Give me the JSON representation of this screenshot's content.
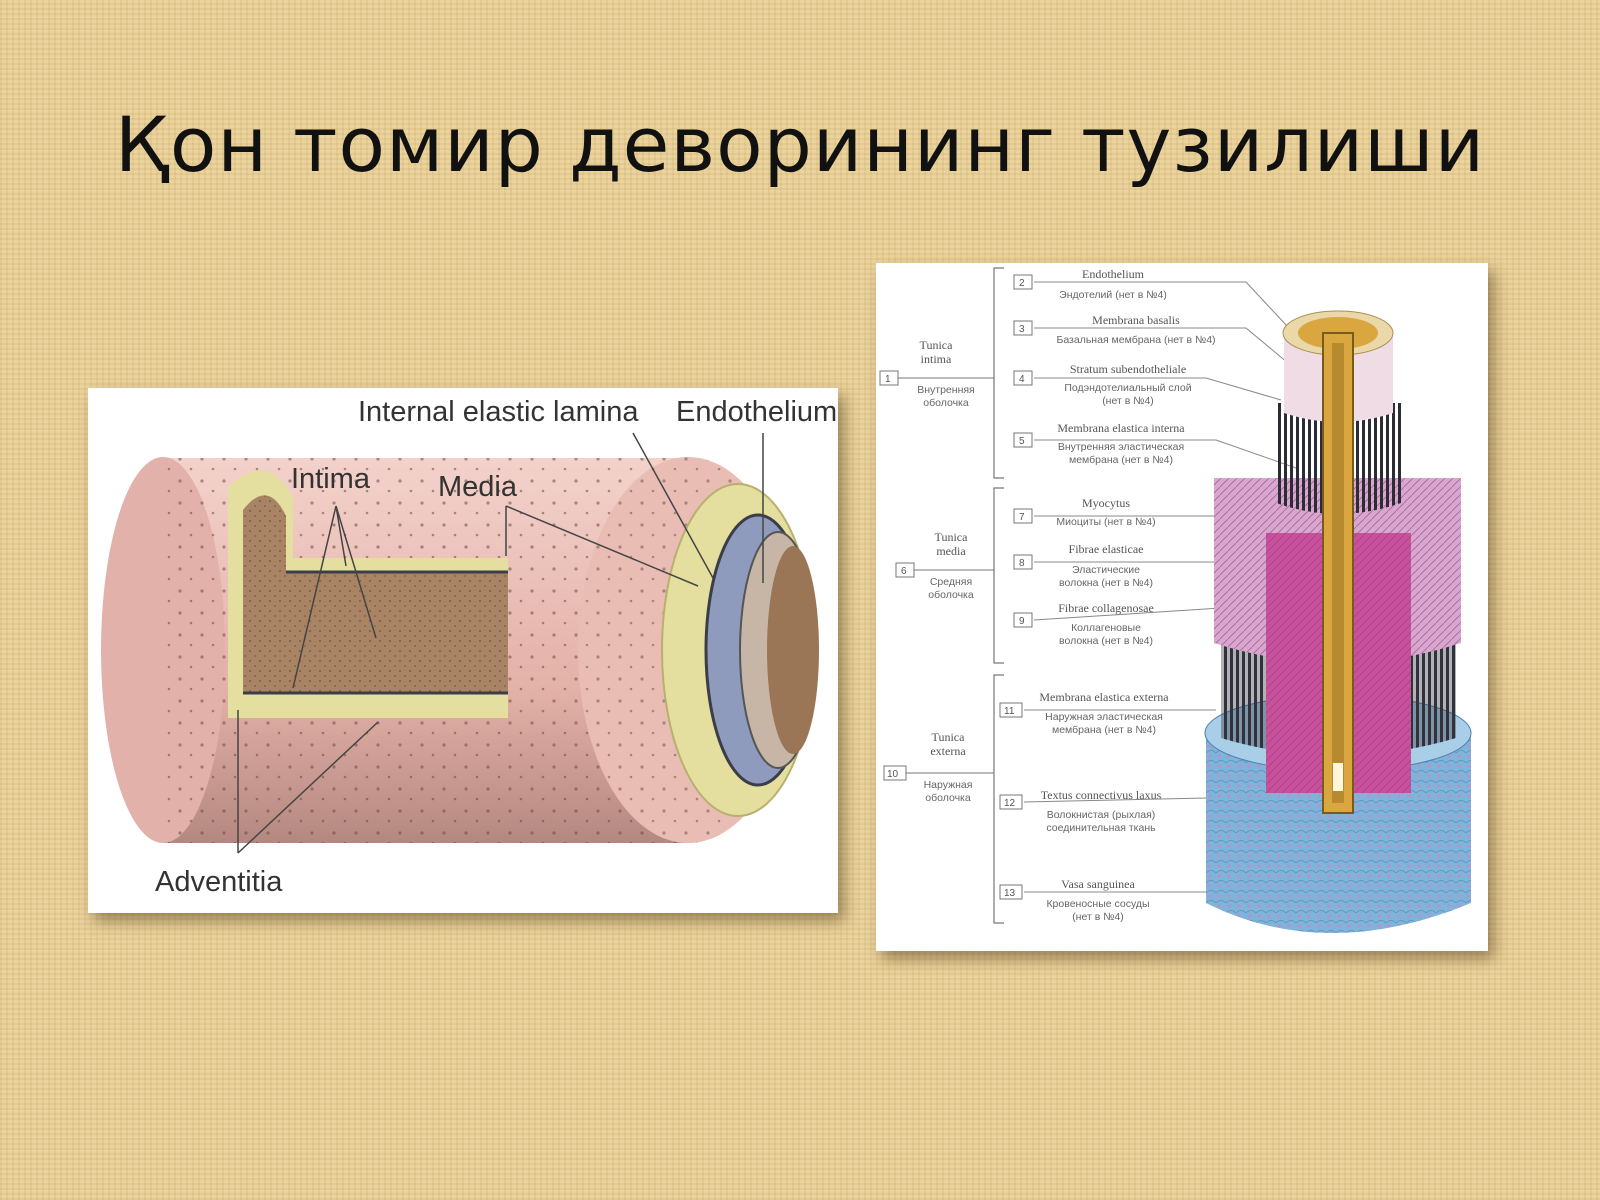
{
  "slide": {
    "title": "Қон томир деворининг тузилиши"
  },
  "left_diagram": {
    "labels": {
      "internal_elastic_lamina": "Internal elastic lamina",
      "endothelium": "Endothelium",
      "intima": "Intima",
      "media": "Media",
      "adventitia": "Adventitia"
    }
  },
  "right_diagram": {
    "groups": [
      {
        "number": "1",
        "latin": [
          "Tunica",
          "intima"
        ],
        "russian": [
          "Внутренняя",
          "оболочка"
        ]
      },
      {
        "number": "6",
        "latin": [
          "Tunica",
          "media"
        ],
        "russian": [
          "Средняя",
          "оболочка"
        ]
      },
      {
        "number": "10",
        "latin": [
          "Tunica",
          "externa"
        ],
        "russian": [
          "Наружная",
          "оболочка"
        ]
      }
    ],
    "items": [
      {
        "number": "2",
        "latin": "Endothelium",
        "russian": [
          "Эндотелий (нет в №4)"
        ]
      },
      {
        "number": "3",
        "latin": "Membrana basalis",
        "russian": [
          "Базальная мембрана (нет в №4)"
        ]
      },
      {
        "number": "4",
        "latin": "Stratum subendotheliale",
        "russian": [
          "Подэндотелиальный слой",
          "(нет в №4)"
        ]
      },
      {
        "number": "5",
        "latin": "Membrana elastica interna",
        "russian": [
          "Внутренняя эластическая",
          "мембрана (нет в №4)"
        ]
      },
      {
        "number": "7",
        "latin": "Myocytus",
        "russian": [
          "Миоциты (нет в №4)"
        ]
      },
      {
        "number": "8",
        "latin": "Fibrae elasticae",
        "russian": [
          "Эластические",
          "волокна (нет в №4)"
        ]
      },
      {
        "number": "9",
        "latin": "Fibrae collagenosae",
        "russian": [
          "Коллагеновые",
          "волокна (нет в №4)"
        ]
      },
      {
        "number": "11",
        "latin": "Membrana elastica externa",
        "russian": [
          "Наружная эластическая",
          "мембрана (нет в №4)"
        ]
      },
      {
        "number": "12",
        "latin": "Textus connectivus laxus",
        "russian": [
          "Волокнистая (рыхлая)",
          "соединительная ткань"
        ]
      },
      {
        "number": "13",
        "latin": "Vasa sanguinea",
        "russian": [
          "Кровеносные сосуды",
          "(нет в №4)"
        ]
      }
    ]
  },
  "colors": {
    "adventitia_pink": "#e9bcb4",
    "media_yellow": "#e4df9e",
    "lumen_brown": "#a98464",
    "elastic_blue": "#8e9bbd",
    "intima_magenta": "#c9509a",
    "media_violet": "#d9a6cf",
    "externa_blue": "#7fb3d9",
    "lamina_dark": "#3b3d48",
    "endothelium_gold": "#d9a640"
  }
}
